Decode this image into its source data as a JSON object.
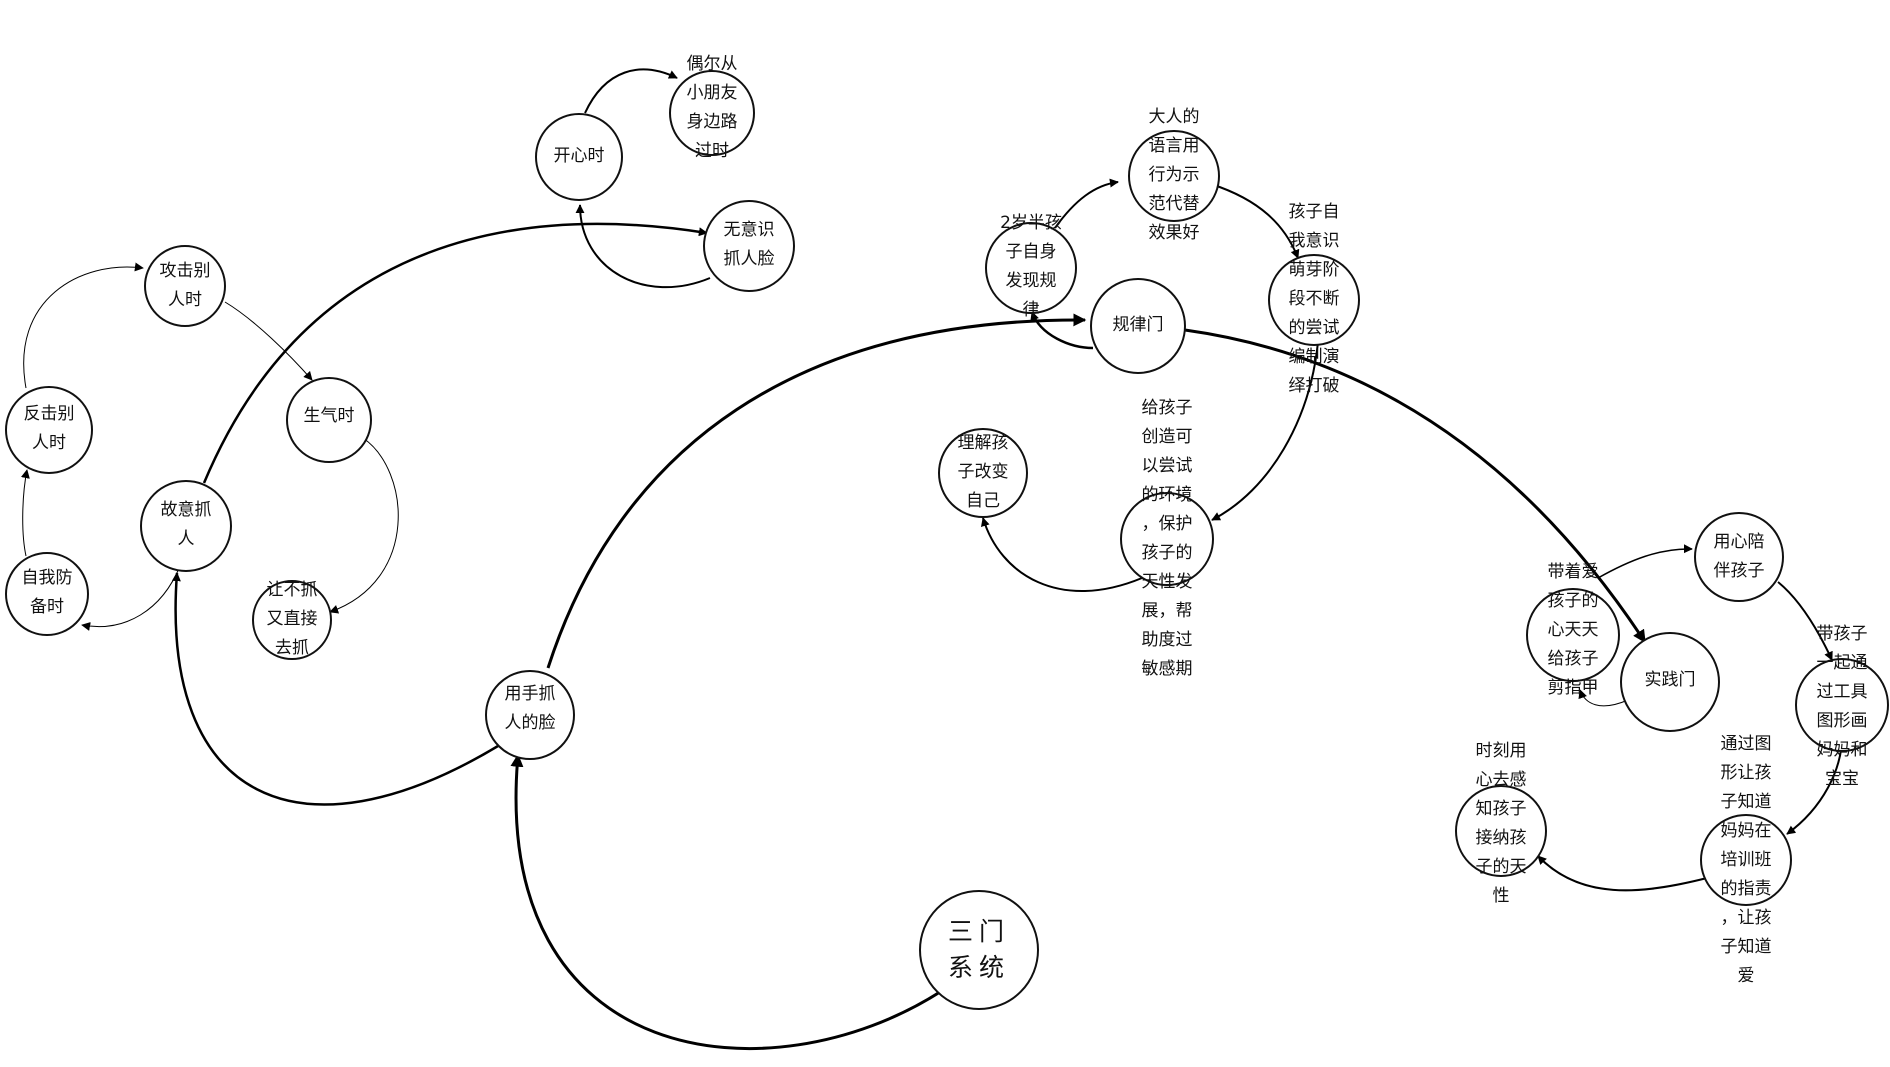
{
  "nodes": {
    "root": {
      "text": "三门\n系统"
    },
    "grab_face_hand": {
      "text": "用手抓\n人的脸"
    },
    "grab_on_purpose": {
      "text": "故意抓\n人"
    },
    "attack_others": {
      "text": "攻击别\n人时"
    },
    "angry": {
      "text": "生气时"
    },
    "let_not_grab": {
      "text": "让不抓\n又直接\n去抓"
    },
    "counterattack": {
      "text": "反击别\n人时"
    },
    "self_defense": {
      "text": "自我防\n备时"
    },
    "happy": {
      "text": "开心时"
    },
    "pass_by_friend": {
      "text": "偶尔从\n小朋友\n身边路\n过时"
    },
    "unconscious": {
      "text": "无意识\n抓人脸"
    },
    "rule_gate": {
      "text": "规律门"
    },
    "toddler_rule": {
      "text": "2岁半孩\n子自身\n发现规\n律"
    },
    "adult_model": {
      "text": "大人的\n语言用\n行为示\n范代替\n效果好"
    },
    "self_awareness": {
      "text": "孩子自\n我意识\n萌芽阶\n段不断\n的尝试\n编制演\n绎打破"
    },
    "create_env": {
      "text": "给孩子\n创造可\n以尝试\n的环境\n，保护\n孩子的\n天性发\n展，帮\n助度过\n敏感期"
    },
    "understand": {
      "text": "理解孩\n子改变\n自己"
    },
    "practice_gate": {
      "text": "实践门"
    },
    "company": {
      "text": "用心陪\n伴孩子"
    },
    "cut_nails": {
      "text": "带着爱\n孩子的\n心天天\n给孩子\n剪指甲"
    },
    "tools_drawing": {
      "text": "带孩子\n一起通\n过工具\n图形画\n妈妈和\n宝宝"
    },
    "training": {
      "text": "通过图\n形让孩\n子知道\n妈妈在\n培训班\n的指责\n，让孩\n子知道\n爱"
    },
    "perceive": {
      "text": "时刻用\n心去感\n知孩子\n接纳孩\n子的天\n性"
    }
  }
}
